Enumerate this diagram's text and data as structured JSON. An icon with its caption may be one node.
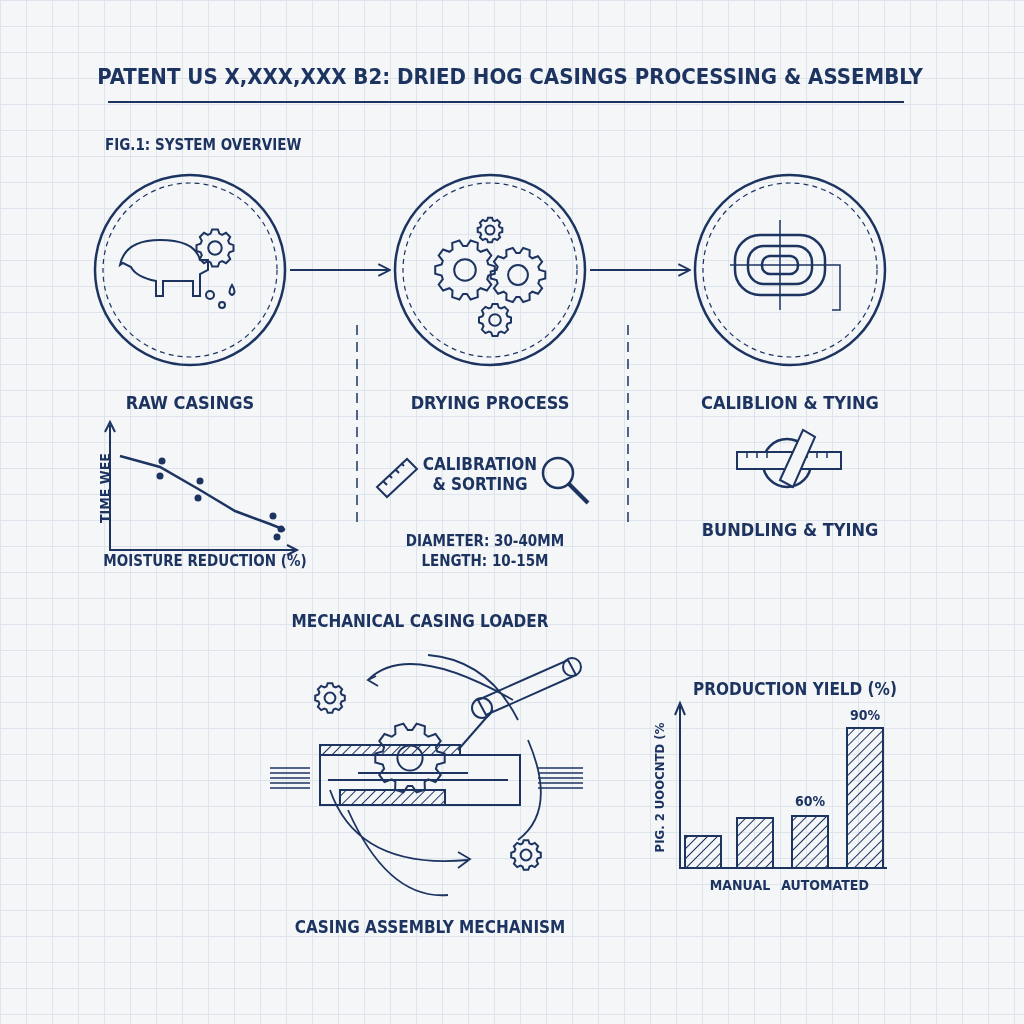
{
  "diagram": {
    "title": "PATENT US X,XXX,XXX B2: DRIED HOG CASINGS PROCESSING & ASSEMBLY",
    "nodes": [
      {
        "text": [
          "RAW CASINGS"
        ]
      },
      {
        "text": [
          "DRYING PROCESS"
        ]
      },
      {
        "text": [
          "CALIBLION & TYING"
        ]
      }
    ],
    "edges": [
      {
        "from": 0,
        "to": 1,
        "arrow": "to"
      },
      {
        "from": 1,
        "to": 2,
        "arrow": "to"
      }
    ],
    "labels": [
      "FIG.1: SYSTEM OVERVIEW",
      "TIME WEE",
      "MOISTURE REDUCTION (%)",
      "CALIBRATION & SORTING",
      "DIAMETER: 30-40MM",
      "LENGTH: 10-15M",
      "BUNDLING & TYING",
      "MECHANICAL CASING LOADER",
      "PRODUCTION YIELD (%)",
      "PIG. 2 UOOCNTD (%",
      "60%",
      "90%",
      "MANUAL",
      "AUTOMATED",
      "CASING ASSEMBLY MECHANISM"
    ]
  }
}
